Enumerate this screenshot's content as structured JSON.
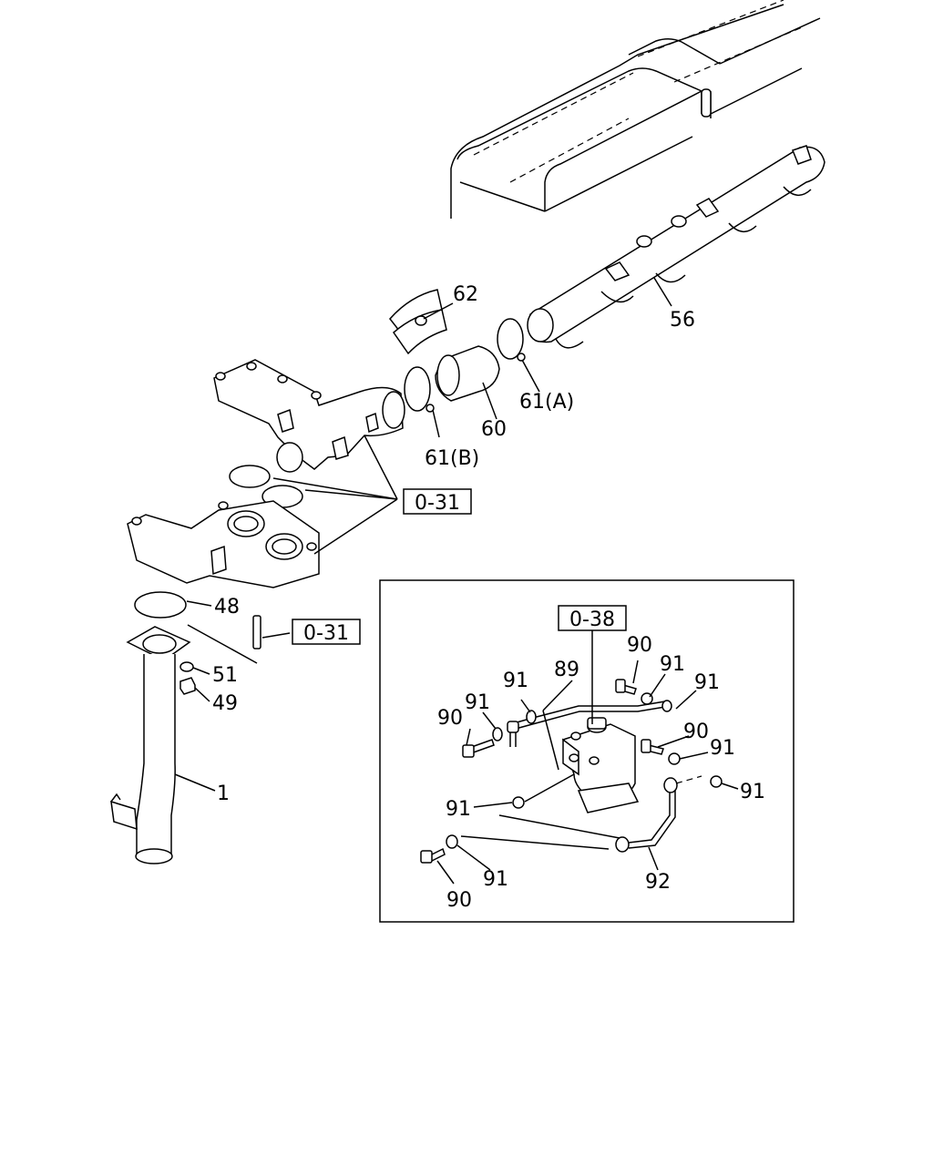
{
  "labels": {
    "p1": "1",
    "p48": "48",
    "p49": "49",
    "p51": "51",
    "p56": "56",
    "p60": "60",
    "p61a": "61(A)",
    "p61b": "61(B)",
    "p62": "62",
    "p89": "89",
    "p92": "92",
    "p90": "90",
    "p91": "91"
  },
  "refs": {
    "ref_031_upper": "0-31",
    "ref_031_lower": "0-31",
    "ref_038": "0-38"
  }
}
